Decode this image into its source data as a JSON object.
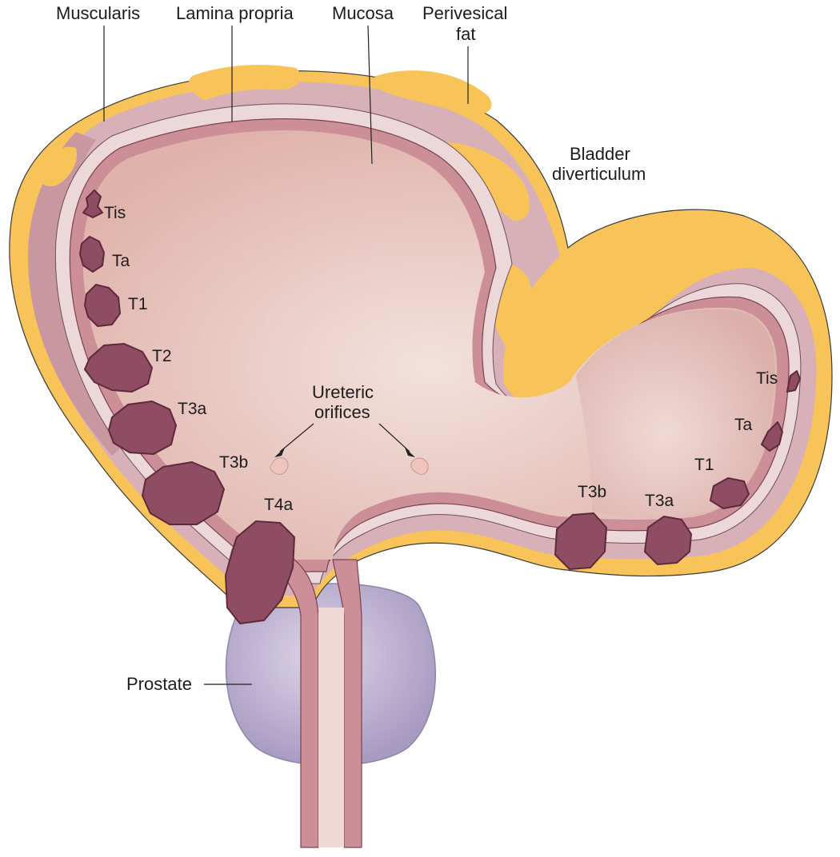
{
  "labels": {
    "muscularis": "Muscularis",
    "lamina_propria": "Lamina propria",
    "mucosa": "Mucosa",
    "perivesical_fat_line1": "Perivesical",
    "perivesical_fat_line2": "fat",
    "diverticulum_line1": "Bladder",
    "diverticulum_line2": "diverticulum",
    "ureteric_line1": "Ureteric",
    "ureteric_line2": "orifices",
    "prostate": "Prostate"
  },
  "stages_left": [
    "Tis",
    "Ta",
    "T1",
    "T2",
    "T3a",
    "T3b",
    "T4a"
  ],
  "stages_right": [
    "Tis",
    "Ta",
    "T1",
    "T3a",
    "T3b"
  ],
  "colors": {
    "fat": "#f8c45a",
    "muscularis": "#d6abb4",
    "lamina": "#ecd7d8",
    "mucosa": "#cf939c",
    "lumen": "#e9c9c4",
    "tumor": "#8f4d63",
    "prostate": "#b5a9cb"
  }
}
